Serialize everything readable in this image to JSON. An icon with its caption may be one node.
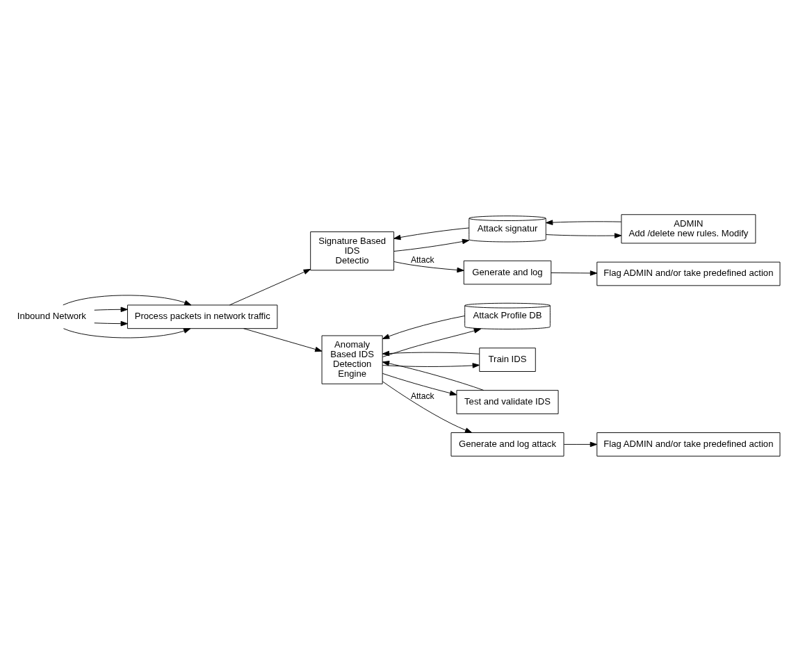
{
  "diagram": {
    "nodes": [
      {
        "text": [
          "Inbound Network"
        ]
      },
      {
        "text": [
          "Process packets in network traffic"
        ]
      },
      {
        "text": [
          "Signature Based",
          "IDS",
          "Detectio"
        ]
      },
      {
        "text": [
          "Attack signatur"
        ]
      },
      {
        "text": [
          "ADMIN",
          "Add /delete new rules. Modify"
        ]
      },
      {
        "text": [
          "Generate and log"
        ]
      },
      {
        "text": [
          "Flag ADMIN and/or take predefined action"
        ]
      },
      {
        "text": [
          "Anomaly",
          "Based IDS",
          "Detection",
          "Engine"
        ]
      },
      {
        "text": [
          "Attack Profile DB"
        ]
      },
      {
        "text": [
          "Train IDS"
        ]
      },
      {
        "text": [
          "Test and validate IDS"
        ]
      },
      {
        "text": [
          "Generate and log attack"
        ]
      },
      {
        "text": [
          "Flag ADMIN and/or take predefined action"
        ]
      }
    ],
    "edges": [
      {
        "from": 0,
        "to": 1,
        "arrow": "to"
      },
      {
        "from": 0,
        "to": 1,
        "arrow": "to"
      },
      {
        "from": 0,
        "to": 1,
        "arrow": "to"
      },
      {
        "from": 0,
        "to": 1,
        "arrow": "to"
      },
      {
        "from": 1,
        "to": 2,
        "arrow": "to"
      },
      {
        "from": 2,
        "to": 3,
        "arrow": "to"
      },
      {
        "from": 3,
        "to": 2,
        "arrow": "to"
      },
      {
        "from": 3,
        "to": 4,
        "arrow": "to"
      },
      {
        "from": 4,
        "to": 3,
        "arrow": "to"
      },
      {
        "from": 2,
        "to": 5,
        "arrow": "to",
        "label": "Attack"
      },
      {
        "from": 5,
        "to": 6,
        "arrow": "to"
      },
      {
        "from": 1,
        "to": 7,
        "arrow": "to"
      },
      {
        "from": 8,
        "to": 7,
        "arrow": "to"
      },
      {
        "from": 7,
        "to": 8,
        "arrow": "to"
      },
      {
        "from": 7,
        "to": 9,
        "arrow": "to"
      },
      {
        "from": 9,
        "to": 7,
        "arrow": "to"
      },
      {
        "from": 7,
        "to": 10,
        "arrow": "to"
      },
      {
        "from": 10,
        "to": 7,
        "arrow": "to"
      },
      {
        "from": 7,
        "to": 11,
        "arrow": "to",
        "label": "Attack"
      },
      {
        "from": 11,
        "to": 12,
        "arrow": "to"
      }
    ]
  }
}
